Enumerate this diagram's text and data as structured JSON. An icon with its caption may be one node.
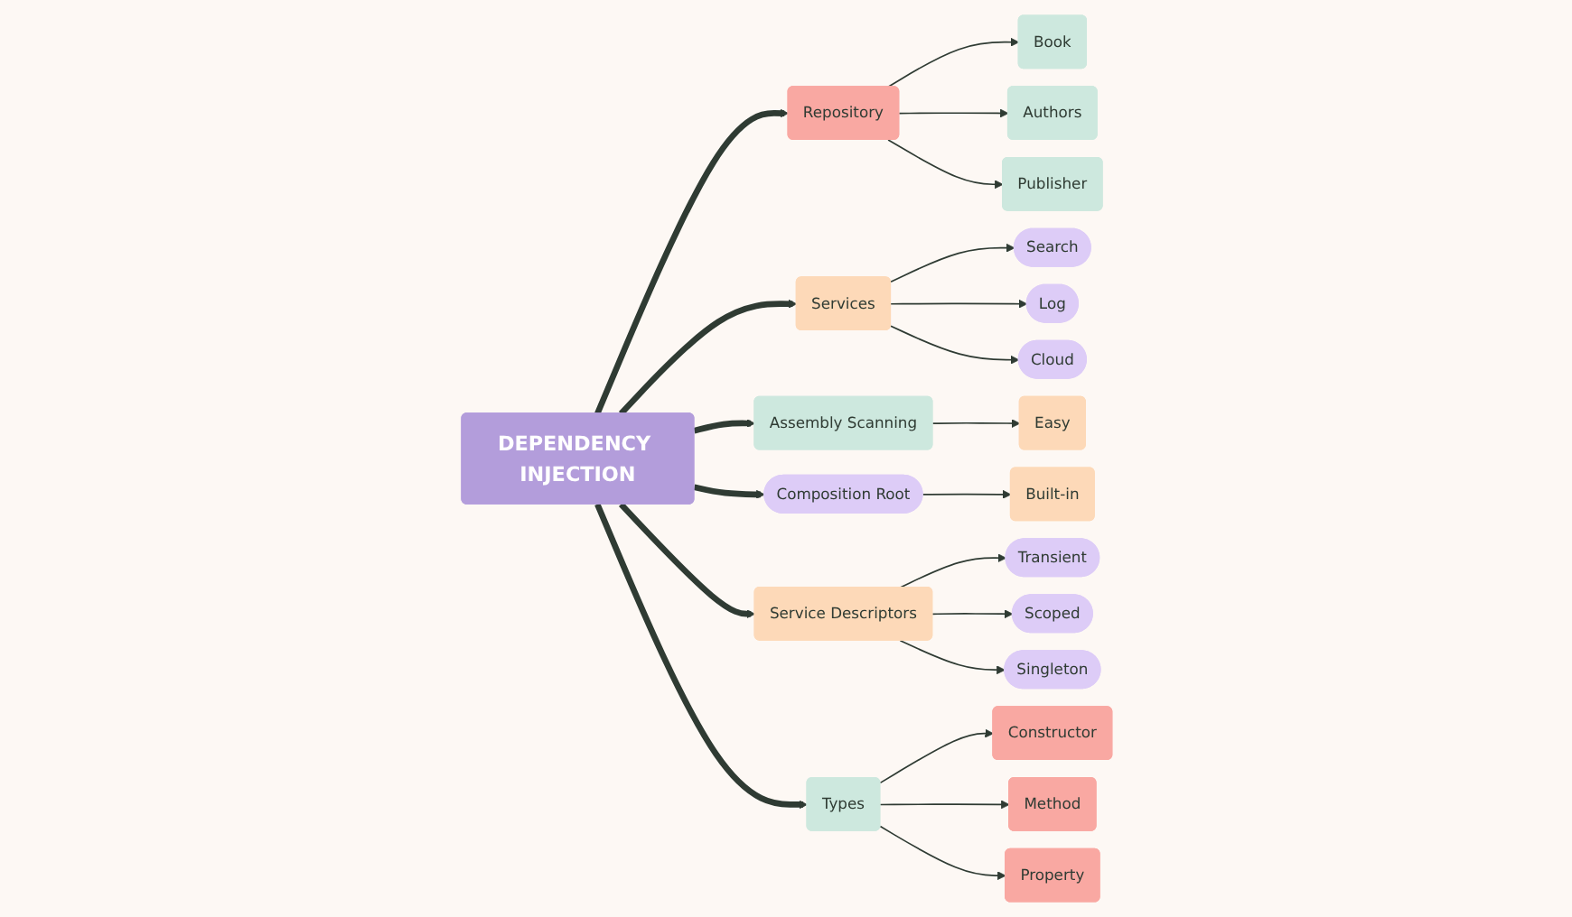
{
  "diagram": {
    "nodes": [
      {
        "text": [
          "DEPENDENCY INJECTION"
        ]
      },
      {
        "text": [
          "Repository"
        ]
      },
      {
        "text": [
          "Book"
        ]
      },
      {
        "text": [
          "Authors"
        ]
      },
      {
        "text": [
          "Publisher"
        ]
      },
      {
        "text": [
          "Services"
        ]
      },
      {
        "text": [
          "Search"
        ]
      },
      {
        "text": [
          "Log"
        ]
      },
      {
        "text": [
          "Cloud"
        ]
      },
      {
        "text": [
          "Assembly Scanning"
        ]
      },
      {
        "text": [
          "Easy"
        ]
      },
      {
        "text": [
          "Composition Root"
        ]
      },
      {
        "text": [
          "Built-in"
        ]
      },
      {
        "text": [
          "Service Descriptors"
        ]
      },
      {
        "text": [
          "Transient"
        ]
      },
      {
        "text": [
          "Scoped"
        ]
      },
      {
        "text": [
          "Singleton"
        ]
      },
      {
        "text": [
          "Types"
        ]
      },
      {
        "text": [
          "Constructor"
        ]
      },
      {
        "text": [
          "Method"
        ]
      },
      {
        "text": [
          "Property"
        ]
      }
    ],
    "edges": [
      {
        "from": 0,
        "to": 1,
        "arrow": "to",
        "style": "thick"
      },
      {
        "from": 1,
        "to": 2,
        "arrow": "to"
      },
      {
        "from": 1,
        "to": 3,
        "arrow": "to"
      },
      {
        "from": 1,
        "to": 4,
        "arrow": "to"
      },
      {
        "from": 0,
        "to": 5,
        "arrow": "to",
        "style": "thick"
      },
      {
        "from": 5,
        "to": 6,
        "arrow": "to"
      },
      {
        "from": 5,
        "to": 7,
        "arrow": "to"
      },
      {
        "from": 5,
        "to": 8,
        "arrow": "to"
      },
      {
        "from": 0,
        "to": 9,
        "arrow": "to",
        "style": "thick"
      },
      {
        "from": 9,
        "to": 10,
        "arrow": "to"
      },
      {
        "from": 0,
        "to": 11,
        "arrow": "to",
        "style": "thick"
      },
      {
        "from": 11,
        "to": 12,
        "arrow": "to"
      },
      {
        "from": 0,
        "to": 13,
        "arrow": "to",
        "style": "thick"
      },
      {
        "from": 13,
        "to": 14,
        "arrow": "to"
      },
      {
        "from": 13,
        "to": 15,
        "arrow": "to"
      },
      {
        "from": 13,
        "to": 16,
        "arrow": "to"
      },
      {
        "from": 0,
        "to": 17,
        "arrow": "to",
        "style": "thick"
      },
      {
        "from": 17,
        "to": 18,
        "arrow": "to"
      },
      {
        "from": 17,
        "to": 19,
        "arrow": "to"
      },
      {
        "from": 17,
        "to": 20,
        "arrow": "to"
      }
    ]
  }
}
